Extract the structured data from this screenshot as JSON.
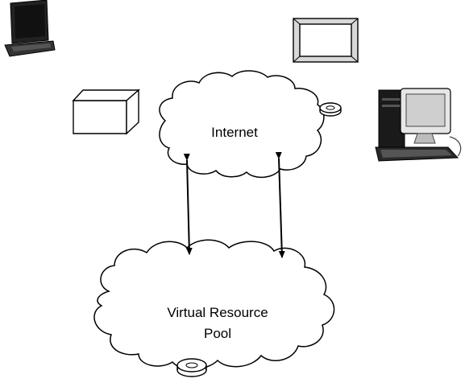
{
  "diagram": {
    "internet_cloud": {
      "label": "Internet"
    },
    "pool_cloud": {
      "label_line1": "Virtual Resource",
      "label_line2": "Pool"
    },
    "devices": [
      "laptop-icon",
      "server-box-icon",
      "monitor-icon",
      "desktop-computer-icon"
    ],
    "connectors": [
      "bidirectional-arrow",
      "bidirectional-arrow"
    ],
    "colors": {
      "stroke": "#000000",
      "fill": "#ffffff",
      "device_dark": "#1a1a1a"
    }
  }
}
